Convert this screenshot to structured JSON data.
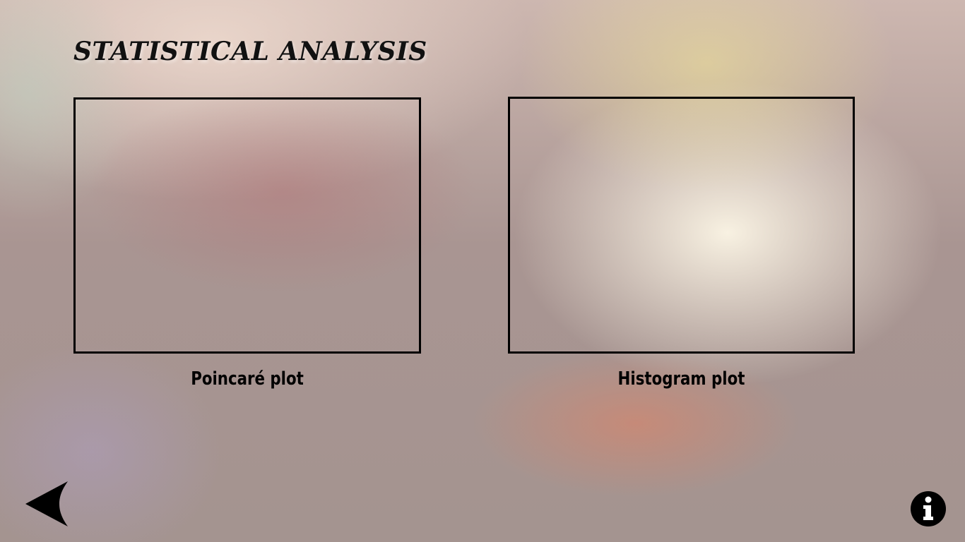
{
  "header": {
    "title": "STATISTICAL ANALYSIS"
  },
  "plots": [
    {
      "caption": "Poincaré plot"
    },
    {
      "caption": "Histogram plot"
    }
  ],
  "navigation": {
    "back_icon": "back-arrow-icon",
    "info_icon": "info-icon"
  },
  "colors": {
    "text": "#000000",
    "frame_border": "#000000"
  }
}
